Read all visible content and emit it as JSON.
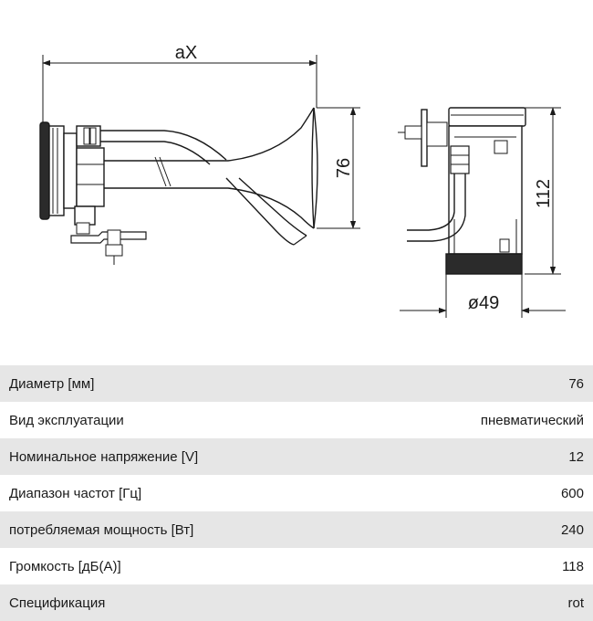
{
  "drawing": {
    "dimensions": {
      "length": "aX",
      "bell_diameter": "76",
      "height": "112",
      "compressor_diameter": "ø49"
    }
  },
  "specs": [
    {
      "label": "Диаметр [мм]",
      "value": "76"
    },
    {
      "label": "Вид эксплуатации",
      "value": "пневматический"
    },
    {
      "label": "Номинальное напряжение [V]",
      "value": "12"
    },
    {
      "label": "Диапазон частот [Гц]",
      "value": "600"
    },
    {
      "label": "потребляемая мощность [Вт]",
      "value": "240"
    },
    {
      "label": "Громкость [дБ(А)]",
      "value": "118"
    },
    {
      "label": "Спецификация",
      "value": "rot"
    }
  ],
  "colors": {
    "row_shade": "#e6e6e6",
    "line": "#1a1a1a"
  }
}
